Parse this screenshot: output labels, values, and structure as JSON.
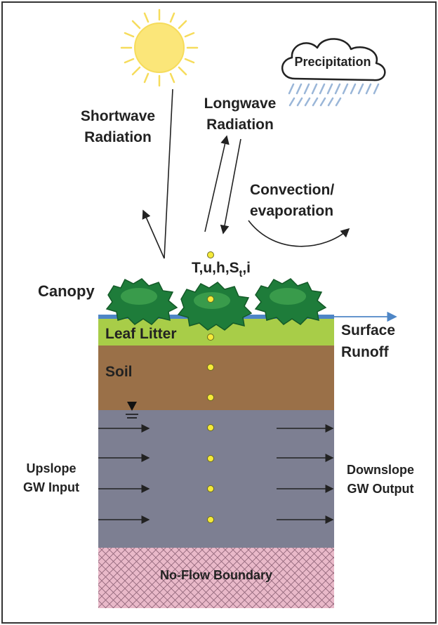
{
  "labels": {
    "precipitation": "Precipitation",
    "shortwave_line1": "Shortwave",
    "shortwave_line2": "Radiation",
    "longwave_line1": "Longwave",
    "longwave_line2": "Radiation",
    "convection_line1": "Convection/",
    "convection_line2": "evaporation",
    "state_vars_main": "T,u,h,S",
    "state_vars_sub": "t",
    "state_vars_tail": ",i",
    "canopy": "Canopy",
    "leaf_litter": "Leaf Litter",
    "soil": "Soil",
    "surface_runoff_line1": "Surface",
    "surface_runoff_line2": "Runoff",
    "upslope_line1": "Upslope",
    "upslope_line2": "GW Input",
    "downslope_line1": "Downslope",
    "downslope_line2": "GW Output",
    "no_flow_boundary": "No-Flow Boundary"
  },
  "colors": {
    "sun": "#fbe679",
    "sun_rays": "#f6dc5c",
    "rain": "#9ab6d8",
    "canopy": "#1e7c3a",
    "canopy_highlight": "#43a552",
    "surface_water": "#4e86c6",
    "leaf_litter": "#a8cd48",
    "soil": "#9a7048",
    "groundwater": "#7d7f92",
    "no_flow": "#e9b9c9",
    "no_flow_hatch": "#8f6478",
    "node": "#f5ea3a"
  },
  "icons": [
    "sun-icon",
    "cloud-icon",
    "water-table-icon"
  ]
}
